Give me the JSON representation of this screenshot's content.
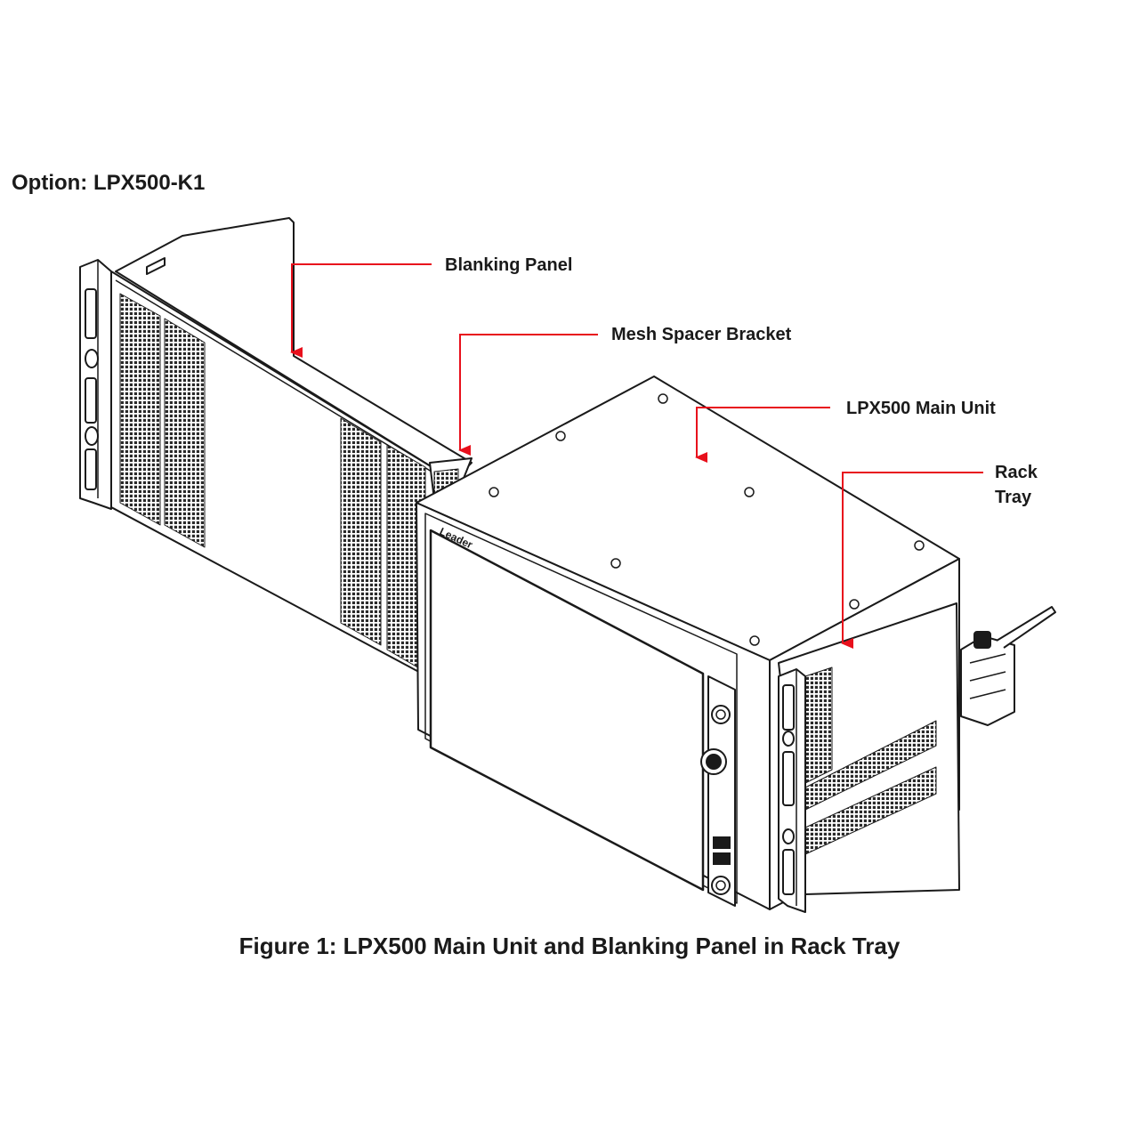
{
  "option_title": "Option: LPX500-K1",
  "callouts": {
    "blanking_panel": "Blanking Panel",
    "mesh_spacer_bracket": "Mesh Spacer Bracket",
    "main_unit": "LPX500 Main Unit",
    "rack_tray_line1": "Rack",
    "rack_tray_line2": "Tray"
  },
  "brand_mark": "Leader",
  "caption": "Figure 1: LPX500 Main Unit and Blanking Panel in Rack Tray",
  "colors": {
    "leader_line": "#e8101c",
    "line_art": "#1a1a1a",
    "mesh": "#2a2a2a",
    "text": "#1a1a1a",
    "background": "#ffffff"
  }
}
